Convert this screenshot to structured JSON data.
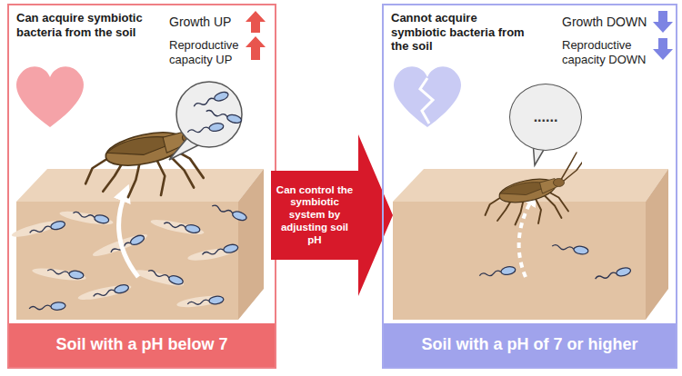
{
  "diagram": {
    "nodes": [
      {
        "text": [
          "Can acquire symbiotic bacteria from the soil",
          "Growth UP",
          "Reproductive capacity UP"
        ]
      },
      {
        "text": [
          "Soil with a pH below 7"
        ],
        "in": 0
      },
      {
        "text": [
          "Can control the symbiotic system by adjusting soil pH"
        ]
      },
      {
        "text": [
          "Cannot acquire symbiotic bacteria from the soil",
          "Growth DOWN",
          "Reproductive capacity DOWN"
        ]
      },
      {
        "text": [
          "Soil with a pH of 7 or higher"
        ],
        "in": 3
      },
      {
        "text": [
          "......"
        ],
        "in": 3
      }
    ]
  }
}
